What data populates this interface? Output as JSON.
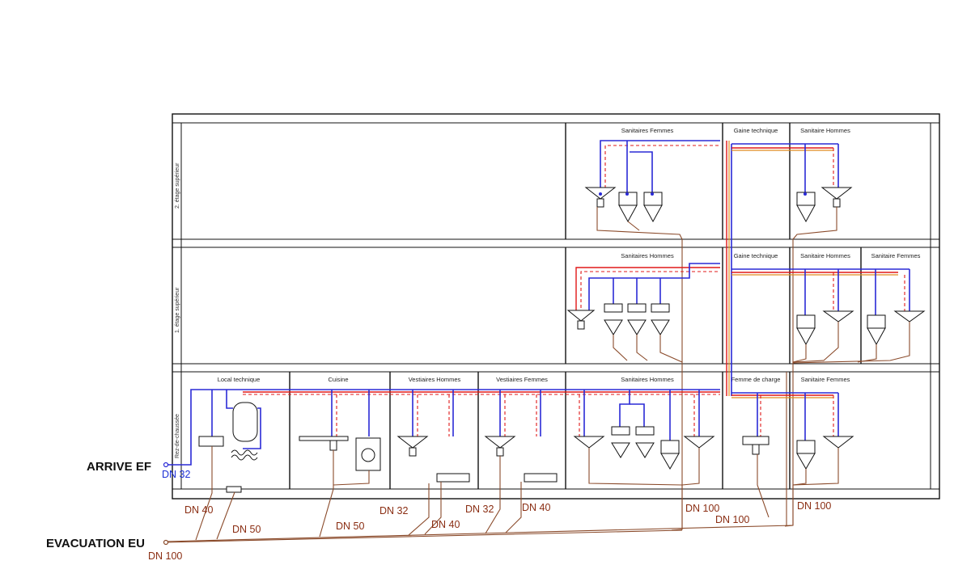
{
  "floors": {
    "second": "2. étage supérieur",
    "first": "1. étage supérieur",
    "ground": "Rez-de-chaussée"
  },
  "rooms": {
    "r2_sanitaires_femmes": "Sanitaires Femmes",
    "r2_gaine_technique": "Gaine technique",
    "r2_sanitaire_hommes": "Sanitaire Hommes",
    "r1_sanitaires_hommes": "Sanitaires Hommes",
    "r1_gaine_technique": "Gaine technique",
    "r1_sanitaire_hommes": "Sanitaire Hommes",
    "r1_sanitaire_femmes": "Sanitaire Femmes",
    "r0_local_technique": "Local technique",
    "r0_cuisine": "Cuisine",
    "r0_vestiaires_hommes": "Vestiaires Hommes",
    "r0_vestiaires_femmes": "Vestiaires Femmes",
    "r0_sanitaires_hommes": "Sanitaires Hommes",
    "r0_femme_de_charge": "Femme de charge",
    "r0_sanitaire_femmes": "Sanitaire Femmes"
  },
  "supply": {
    "label": "ARRIVE EF",
    "dn": "DN 32"
  },
  "drain": {
    "label": "EVACUATION EU",
    "dn_main": "DN 100",
    "labels": {
      "dn40_a": "DN 40",
      "dn50_a": "DN 50",
      "dn32_a": "DN 32",
      "dn50_b": "DN 50",
      "dn40_b": "DN 40",
      "dn32_b": "DN 32",
      "dn40_c": "DN 40",
      "dn100_a": "DN 100",
      "dn100_b": "DN 100",
      "dn100_c": "DN 100"
    }
  },
  "colors": {
    "cold_water": "#2a2ad6",
    "hot_water": "#e01818",
    "circulation": "#e08a1e",
    "waste": "#8a4a2a"
  }
}
